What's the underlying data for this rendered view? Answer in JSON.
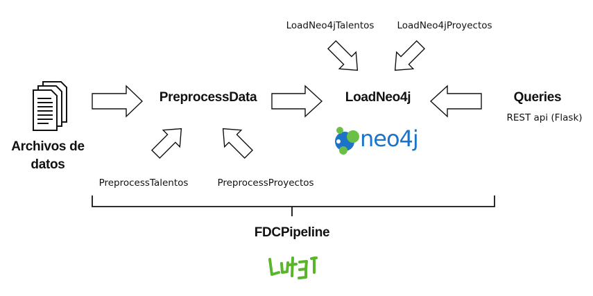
{
  "nodes": {
    "archivos": "Archivos de\ndatos",
    "preprocess": "PreprocessData",
    "load": "LoadNeo4j",
    "queries": "Queries",
    "queries_sub": "REST api (Flask)",
    "pipeline": "FDCPipeline"
  },
  "tasks": {
    "load_talentos": "LoadNeo4jTalentos",
    "load_proyectos": "LoadNeo4jProyectos",
    "prep_talentos": "PreprocessTalentos",
    "prep_proyectos": "PreprocessProyectos"
  },
  "logos": {
    "neo4j": "neo4j",
    "luigi": "Luigi"
  },
  "colors": {
    "neo4j_blue": "#1b74c9",
    "neo4j_green": "#6ac046",
    "luigi_green": "#59b52a",
    "stroke": "#111111"
  },
  "icons": {
    "documents": "documents-icon"
  }
}
